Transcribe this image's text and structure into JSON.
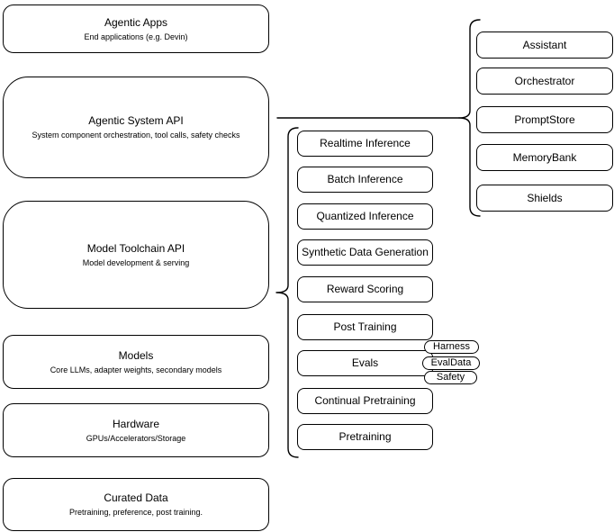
{
  "palette": {
    "stroke": "#000000",
    "background": "#ffffff",
    "text": "#000000"
  },
  "left_stack": {
    "boxes": [
      {
        "title": "Agentic Apps",
        "subtitle": "End applications (e.g. Devin)"
      },
      {
        "title": "Agentic System API",
        "subtitle": "System component orchestration, tool calls, safety checks"
      },
      {
        "title": "Model Toolchain API",
        "subtitle": "Model development & serving"
      },
      {
        "title": "Models",
        "subtitle": "Core LLMs, adapter weights, secondary models"
      },
      {
        "title": "Hardware",
        "subtitle": "GPUs/Accelerators/Storage"
      },
      {
        "title": "Curated Data",
        "subtitle": "Pretraining, preference, post training."
      }
    ]
  },
  "toolchain_group": {
    "items": [
      {
        "label": "Realtime Inference"
      },
      {
        "label": "Batch Inference"
      },
      {
        "label": "Quantized Inference"
      },
      {
        "label": "Synthetic Data Generation"
      },
      {
        "label": "Reward Scoring"
      },
      {
        "label": "Post Training"
      },
      {
        "label": "Evals"
      },
      {
        "label": "Continual Pretraining"
      },
      {
        "label": "Pretraining"
      }
    ],
    "eval_tags": [
      {
        "label": "Harness"
      },
      {
        "label": "EvalData"
      },
      {
        "label": "Safety"
      }
    ]
  },
  "system_group": {
    "items": [
      {
        "label": "Assistant"
      },
      {
        "label": "Orchestrator"
      },
      {
        "label": "PromptStore"
      },
      {
        "label": "MemoryBank"
      },
      {
        "label": "Shields"
      }
    ]
  }
}
